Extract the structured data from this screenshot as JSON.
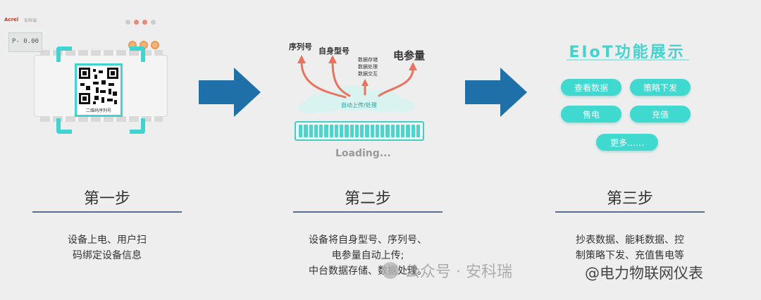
{
  "step1": {
    "title": "第一步",
    "desc_line1": "设备上电、用户扫",
    "desc_line2": "码绑定设备信息",
    "meter_brand": "Acrel",
    "meter_brand_sub": "安科瑞",
    "meter_lcd": "P- 0.00",
    "qr_caption": "二维码序列号"
  },
  "step2": {
    "title": "第二步",
    "desc_line1": "设备将自身型号、序列号、",
    "desc_line2": "电参量自动上传;",
    "desc_line3": "中台数据存储、数据处理。",
    "label_serial": "序列号",
    "label_model": "自身型号",
    "label_data_store": "数据存储",
    "label_data_process": "数据处理",
    "label_data_exchange": "数据交互",
    "label_elec": "电参量",
    "cloud_text": "自动上传/处理",
    "loading": "Loading..."
  },
  "step3": {
    "title": "第三步",
    "desc_line1": "抄表数据、能耗数据、控",
    "desc_line2": "制策略下发、充值售电等",
    "eiot_title": "EIoT功能展示",
    "buttons": {
      "view_data": "查看数据",
      "policy": "策略下发",
      "sell": "售电",
      "recharge": "充值",
      "more": "更多……"
    }
  },
  "watermark": {
    "text1": "公众号 · 安科瑞",
    "text2": "@电力物联网仪表"
  },
  "colors": {
    "accent_teal": "#3fd4cf",
    "arrow_blue": "#1f6fa8",
    "arrow_red": "#e8735f",
    "step_line": "#5a6f8c"
  }
}
